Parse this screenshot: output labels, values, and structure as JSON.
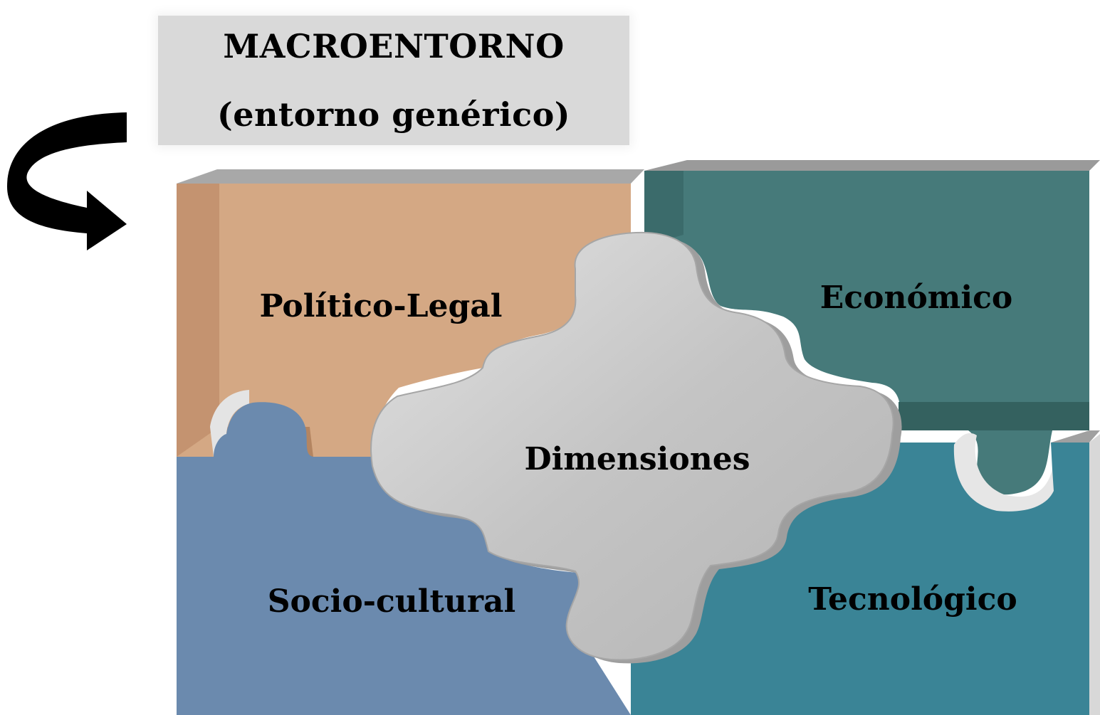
{
  "header": {
    "title_line1": "MACROENTORNO",
    "title_line2": "(entorno genérico)"
  },
  "pieces": {
    "politico": {
      "label": "Político-Legal",
      "color": "#d4a884"
    },
    "economico": {
      "label": "Económico",
      "color": "#467a7a"
    },
    "socio": {
      "label": "Socio-cultural",
      "color": "#6b8aae"
    },
    "tecnologico": {
      "label": "Tecnológico",
      "color": "#3a8496"
    },
    "center": {
      "label": "Dimensiones",
      "color": "#c2c2c2"
    }
  },
  "arrow": {
    "color": "#000000",
    "direction": "curved-right"
  }
}
